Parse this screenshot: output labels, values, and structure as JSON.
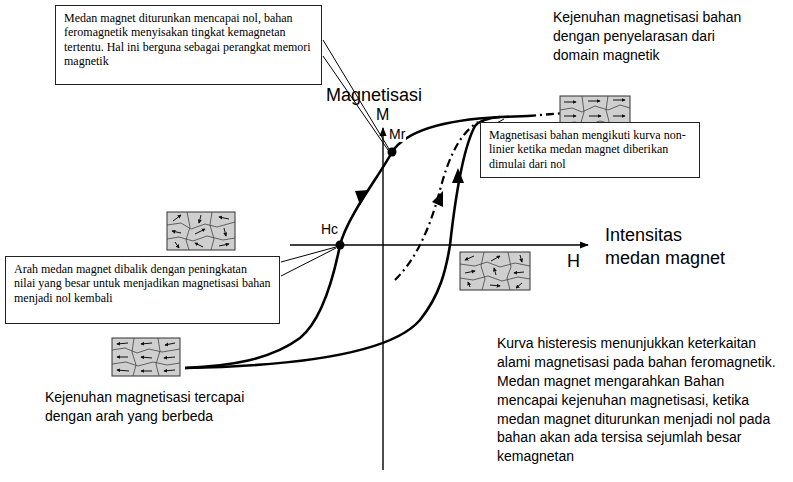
{
  "diagram": {
    "nodes": [
      {
        "text": [
          "Medan magnet diturunkan mencapai nol, bahan feromagnetik menyisakan tingkat kemagnetan tertentu. Hal ini berguna sebagai perangkat memori magnetik"
        ]
      },
      {
        "text": [
          "Magnetisasi bahan mengikuti kurva non-linier ketika medan magnet diberikan dimulai dari nol"
        ]
      },
      {
        "text": [
          "Arah medan magnet dibalik dengan peningkatan nilai yang besar untuk menjadikan magnetisasi bahan menjadi nol kembali"
        ]
      }
    ],
    "labels": [
      "Kejenuhan magnetisasi bahan dengan penyelarasan dari domain magnetik",
      "Magnetisasi",
      "M",
      "Mr",
      "Hc",
      "Intensitas medan magnet",
      "H",
      "Kurva histeresis menunjukkan keterkaitan alami magnetisasi pada bahan feromagnetik. Medan magnet mengarahkan Bahan mencapai kejenuhan magnetisasi, ketika medan magnet diturunkan menjadi nol pada bahan akan ada tersisa sejumlah besar kemagnetan",
      "Kejenuhan magnetisasi tercapai dengan arah yang berbeda"
    ]
  }
}
